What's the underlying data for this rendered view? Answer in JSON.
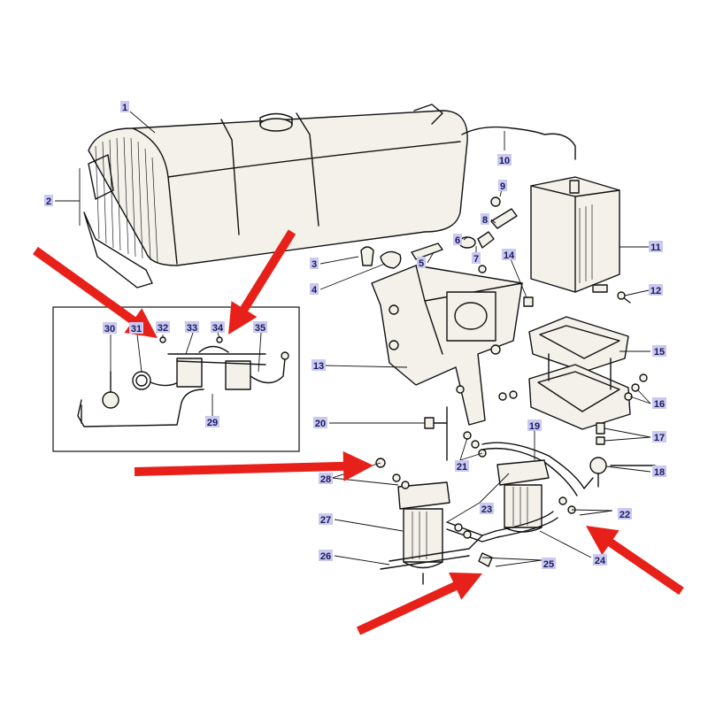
{
  "diagram": {
    "callouts": [
      "1",
      "2",
      "3",
      "4",
      "5",
      "6",
      "7",
      "8",
      "9",
      "10",
      "11",
      "12",
      "13",
      "14",
      "15",
      "16",
      "17",
      "18",
      "19",
      "20",
      "21",
      "22",
      "23",
      "24",
      "25",
      "26",
      "27",
      "28",
      "29",
      "30",
      "31",
      "32",
      "33",
      "34",
      "35"
    ]
  },
  "colors": {
    "arrow": "#e8201a",
    "label_bg": "#c9c9f2",
    "label_text": "#1a1a5a",
    "ink": "#111111"
  }
}
